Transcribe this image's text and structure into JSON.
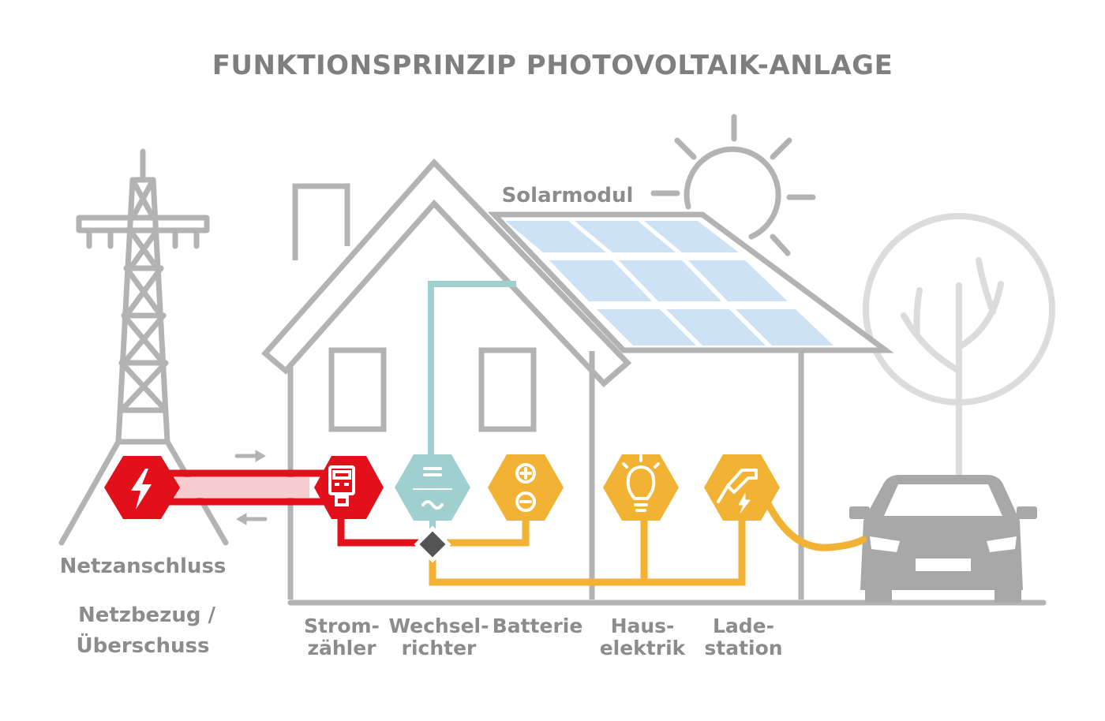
{
  "title": "FUNKTIONSPRINZIP PHOTOVOLTAIK-ANLAGE",
  "labels": {
    "solar": "Solarmodul",
    "grid": "Netzanschluss",
    "flow_line1": "Netzbezug /",
    "flow_line2": "Überschuss",
    "meter_line1": "Strom-",
    "meter_line2": "zähler",
    "inverter_line1": "Wechsel-",
    "inverter_line2": "richter",
    "battery": "Batterie",
    "house_line1": "Haus-",
    "house_line2": "elektrik",
    "charger_line1": "Lade-",
    "charger_line2": "station"
  },
  "colors": {
    "outline": "#b3b3b3",
    "grid_red": "#e2101b",
    "inverter_teal": "#9fd0cf",
    "consumer_yellow": "#f2b233",
    "panel_blue": "#cde3f5",
    "tree": "#dcdcdc",
    "car": "#a8a8a8",
    "diamond": "#555555"
  },
  "icons": {
    "grid": "lightning-icon",
    "meter": "electricity-meter-icon",
    "inverter": "dc-ac-icon",
    "battery": "plus-minus-icon",
    "house": "light-bulb-icon",
    "charger": "ev-plug-icon"
  }
}
